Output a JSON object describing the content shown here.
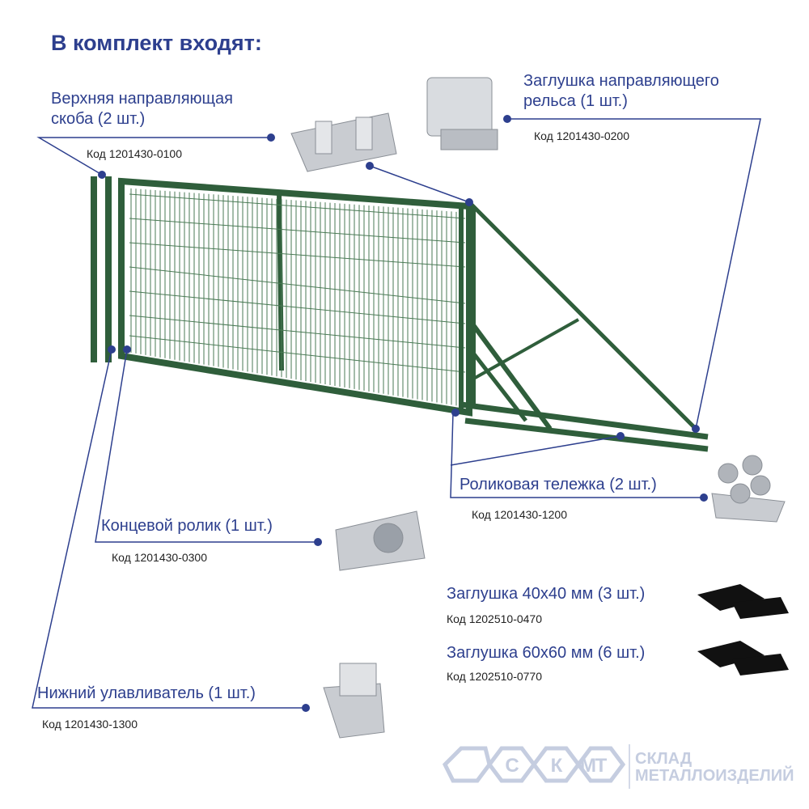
{
  "title": "В комплект входят:",
  "items": [
    {
      "name": "Верхняя направляющая скоба (2 шт.)",
      "line1": "Верхняя направляющая",
      "line2": "скоба (2 шт.)",
      "code": "Код 1201430-0100"
    },
    {
      "name": "Заглушка направляющего рельса (1 шт.)",
      "line1": "Заглушка направляющего",
      "line2": "рельса (1 шт.)",
      "code": "Код 1201430-0200"
    },
    {
      "name": "Роликовая тележка (2 шт.)",
      "code": "Код 1201430-1200"
    },
    {
      "name": "Концевой ролик (1 шт.)",
      "code": "Код 1201430-0300"
    },
    {
      "name": "Заглушка 40x40 мм (3 шт.)",
      "code": "Код 1202510-0470"
    },
    {
      "name": "Заглушка 60x60 мм (6 шт.)",
      "code": "Код 1202510-0770"
    },
    {
      "name": "Нижний улавливатель (1 шт.)",
      "code": "Код 1201430-1300"
    }
  ],
  "logo": {
    "letters": "СКМТ",
    "line1": "СКЛАД",
    "line2": "МЕТАЛЛОИЗДЕЛИЙ"
  },
  "colors": {
    "accent": "#2d3f8e",
    "gate": "#2f5e3b",
    "logo": "#c5cde0"
  }
}
